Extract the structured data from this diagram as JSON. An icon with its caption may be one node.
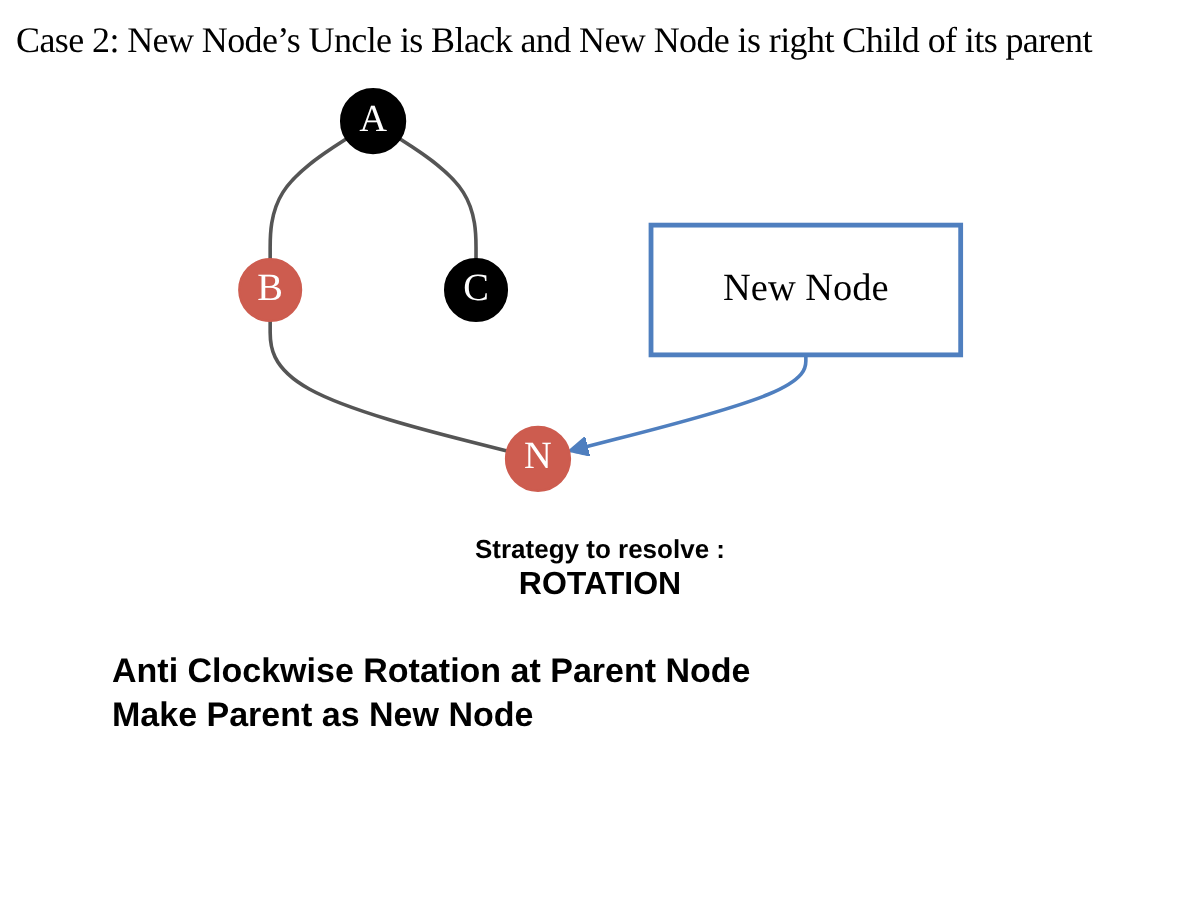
{
  "diagram": {
    "title": "Case 2: New Node’s Uncle is Black and New Node is right Child of its parent",
    "nodes": [
      {
        "text": [
          "A"
        ]
      },
      {
        "text": [
          "B"
        ]
      },
      {
        "text": [
          "C"
        ]
      },
      {
        "text": [
          "N"
        ]
      },
      {
        "text": [
          "New Node"
        ]
      }
    ],
    "edges": [
      {
        "from": 0,
        "to": 1,
        "arrow": "none"
      },
      {
        "from": 0,
        "to": 2,
        "arrow": "none"
      },
      {
        "from": 1,
        "to": 3,
        "arrow": "none"
      },
      {
        "from": 4,
        "to": 3,
        "arrow": "to",
        "color": "#4f7fbf"
      }
    ],
    "labels": [
      "Strategy to resolve :",
      "ROTATION",
      "Anti Clockwise Rotation at Parent Node",
      "Make Parent as New Node"
    ]
  }
}
